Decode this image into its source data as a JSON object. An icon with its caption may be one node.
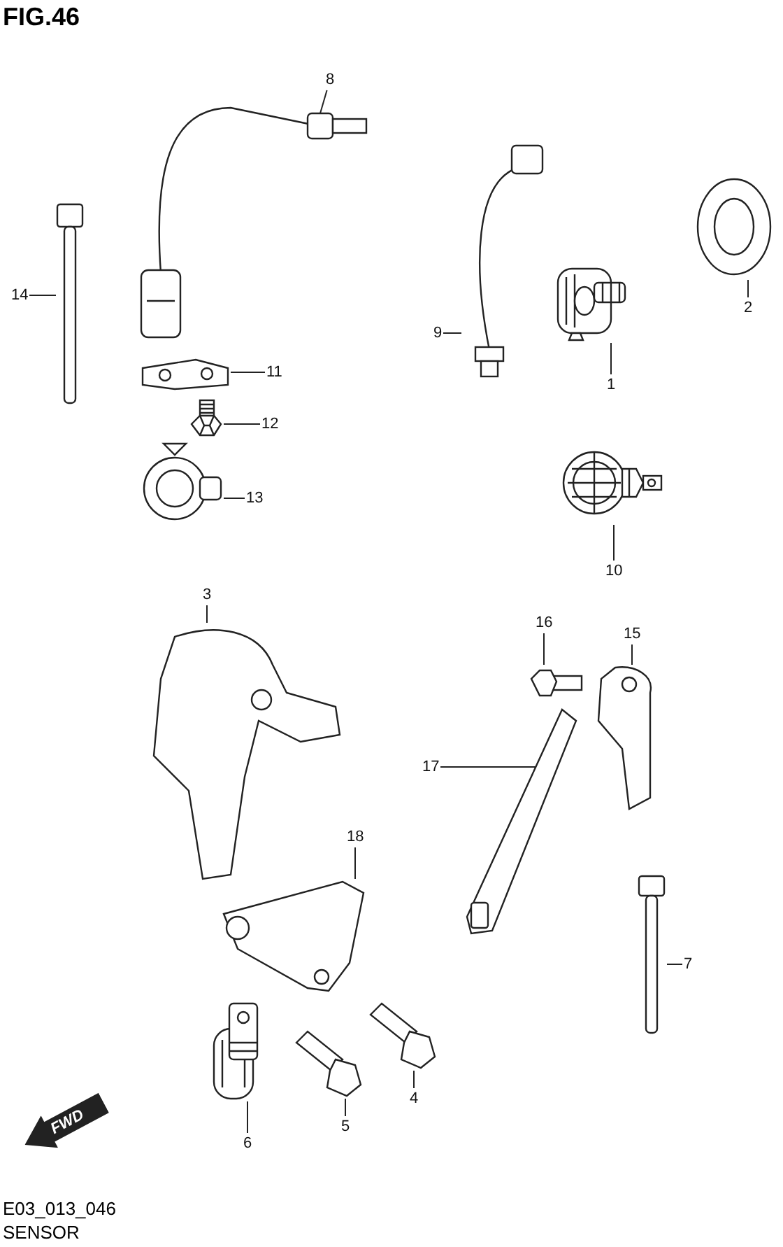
{
  "diagram": {
    "title": "FIG.46",
    "nodes": [
      {
        "text": [
          "8"
        ]
      },
      {
        "text": [],
        "shape": "picture"
      },
      {
        "text": [
          "14"
        ]
      },
      {
        "text": [],
        "shape": "picture"
      },
      {
        "text": [
          "9"
        ]
      },
      {
        "text": [],
        "shape": "picture"
      },
      {
        "text": [
          "2"
        ]
      },
      {
        "text": [],
        "shape": "picture"
      },
      {
        "text": [
          "1"
        ]
      },
      {
        "text": [],
        "shape": "picture"
      },
      {
        "text": [
          "11"
        ]
      },
      {
        "text": [],
        "shape": "picture"
      },
      {
        "text": [
          "12"
        ]
      },
      {
        "text": [],
        "shape": "picture"
      },
      {
        "text": [
          "13"
        ]
      },
      {
        "text": [],
        "shape": "picture"
      },
      {
        "text": [
          "10"
        ]
      },
      {
        "text": [],
        "shape": "picture"
      },
      {
        "text": [
          "3"
        ]
      },
      {
        "text": [],
        "shape": "picture"
      },
      {
        "text": [
          "16"
        ]
      },
      {
        "text": [],
        "shape": "picture"
      },
      {
        "text": [
          "15"
        ]
      },
      {
        "text": [],
        "shape": "picture"
      },
      {
        "text": [
          "17"
        ]
      },
      {
        "text": [],
        "shape": "picture"
      },
      {
        "text": [
          "18"
        ]
      },
      {
        "text": [],
        "shape": "picture"
      },
      {
        "text": [
          "7"
        ]
      },
      {
        "text": [],
        "shape": "picture"
      },
      {
        "text": [
          "4"
        ]
      },
      {
        "text": [],
        "shape": "picture"
      },
      {
        "text": [
          "5"
        ]
      },
      {
        "text": [],
        "shape": "picture"
      },
      {
        "text": [
          "6"
        ]
      },
      {
        "text": [],
        "shape": "picture"
      }
    ],
    "edges": [
      {
        "from": 0,
        "to": 1,
        "arrow": "none"
      },
      {
        "from": 2,
        "to": 3,
        "arrow": "none"
      },
      {
        "from": 4,
        "to": 5,
        "arrow": "none"
      },
      {
        "from": 6,
        "to": 7,
        "arrow": "none"
      },
      {
        "from": 8,
        "to": 9,
        "arrow": "none"
      },
      {
        "from": 10,
        "to": 11,
        "arrow": "none"
      },
      {
        "from": 12,
        "to": 13,
        "arrow": "none"
      },
      {
        "from": 14,
        "to": 15,
        "arrow": "none"
      },
      {
        "from": 16,
        "to": 17,
        "arrow": "none"
      },
      {
        "from": 18,
        "to": 19,
        "arrow": "none"
      },
      {
        "from": 20,
        "to": 21,
        "arrow": "none"
      },
      {
        "from": 22,
        "to": 23,
        "arrow": "none"
      },
      {
        "from": 24,
        "to": 25,
        "arrow": "none"
      },
      {
        "from": 26,
        "to": 27,
        "arrow": "none"
      },
      {
        "from": 28,
        "to": 29,
        "arrow": "none"
      },
      {
        "from": 30,
        "to": 31,
        "arrow": "none"
      },
      {
        "from": 32,
        "to": 33,
        "arrow": "none"
      },
      {
        "from": 34,
        "to": 35,
        "arrow": "none"
      }
    ],
    "labels": [
      "FWD",
      "E03_013_046",
      "SENSOR"
    ]
  }
}
